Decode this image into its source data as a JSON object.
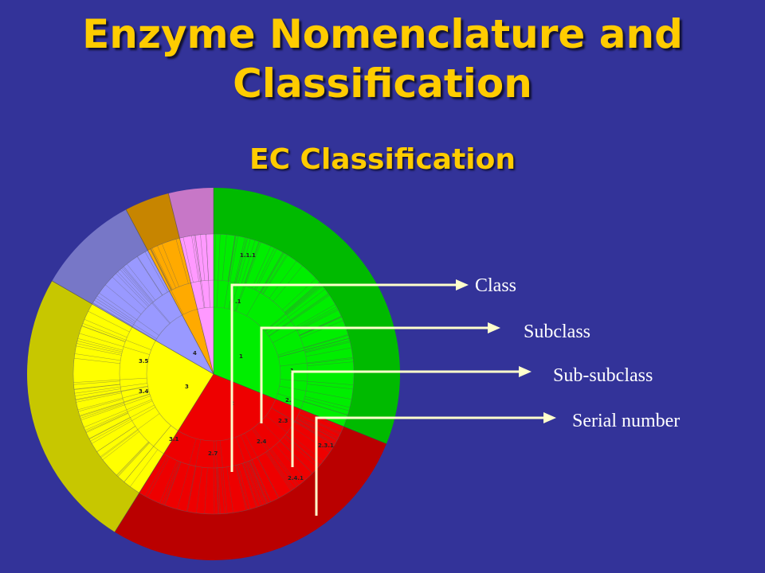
{
  "slide": {
    "title_line1": "Enzyme Nomenclature and",
    "title_line2": "Classification",
    "subtitle": "EC Classification"
  },
  "arrows": [
    {
      "label": "Class"
    },
    {
      "label": "Subclass"
    },
    {
      "label": "Sub-subclass"
    },
    {
      "label": "Serial number"
    }
  ],
  "sunburst": {
    "ring_labels": [
      "1.1.1",
      ".1",
      "1",
      "1.",
      "2.",
      "2.3",
      "2",
      "2.4",
      "2.4.1",
      "2.3.1",
      "2.7",
      "3",
      "3.1",
      "3.4",
      "3.5",
      "4"
    ],
    "colors": {
      "oxidoreductases": "#00ee00",
      "transferases": "#ee0000",
      "hydrolases": "#ffff00",
      "lyases": "#9999ff",
      "isomerases": "#ffaa00",
      "ligases": "#ff99ff",
      "arrow": "#ffffcc"
    }
  }
}
